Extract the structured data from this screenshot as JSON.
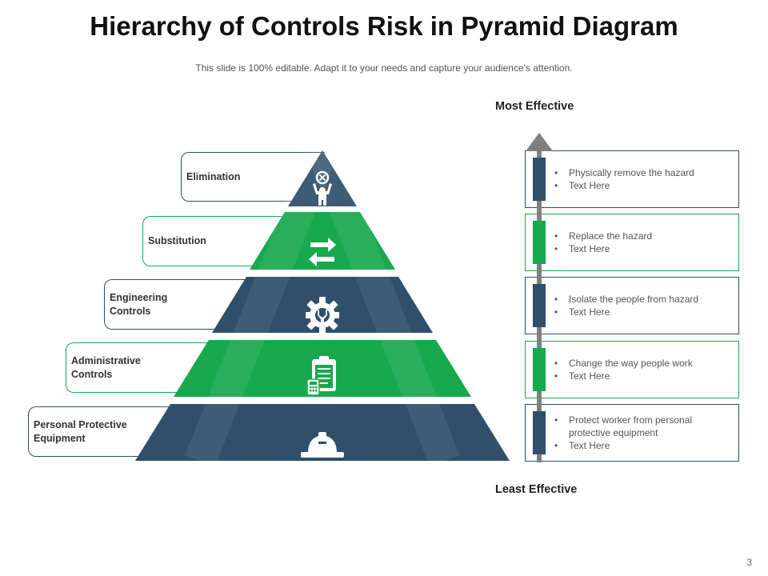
{
  "title": "Hierarchy of Controls Risk in Pyramid Diagram",
  "subtitle": "This slide is 100% editable. Adapt it to your needs and capture your audience's attention.",
  "axis": {
    "top_label": "Most Effective",
    "bottom_label": "Least Effective"
  },
  "colors": {
    "dark": "#2f4f6a",
    "green": "#18a84e",
    "arrow": "#7f7f7f"
  },
  "levels": [
    {
      "label": "Elimination",
      "icon": "person-cross-icon",
      "color": "dark",
      "points": [
        "Physically remove  the hazard",
        "Text Here"
      ]
    },
    {
      "label": "Substitution",
      "icon": "swap-arrows-icon",
      "color": "green",
      "points": [
        "Replace the hazard",
        "Text Here"
      ]
    },
    {
      "label": "Engineering\nControls",
      "icon": "gear-wrench-icon",
      "color": "dark",
      "points": [
        "Isolate the people from hazard",
        "Text Here"
      ]
    },
    {
      "label": "Administrative\nControls",
      "icon": "clipboard-calculator-icon",
      "color": "green",
      "points": [
        "Change  the way people  work",
        "Text Here"
      ]
    },
    {
      "label": "Personal Protective\nEquipment",
      "icon": "hard-hat-icon",
      "color": "dark",
      "points": [
        "Protect worker from  personal protective equipment",
        "Text Here"
      ]
    }
  ],
  "page_number": "3"
}
